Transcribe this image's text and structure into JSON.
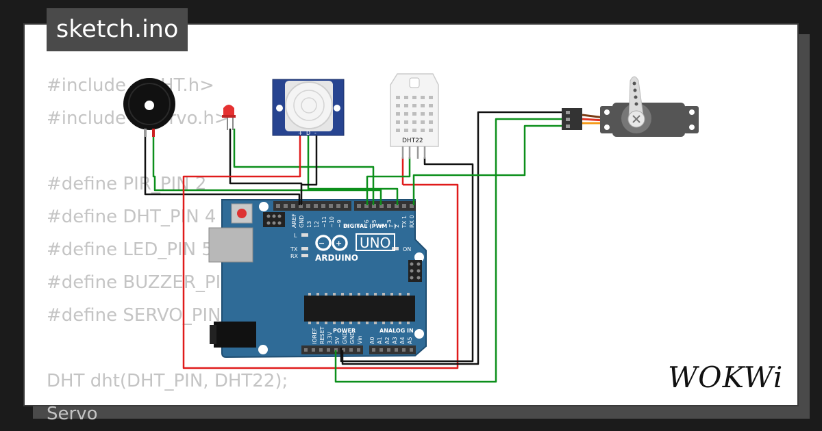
{
  "file_tab": {
    "label": "sketch.ino"
  },
  "code_lines": [
    "#include <DHT.h>",
    "#include <Servo.h>",
    "",
    "#define PIR_PIN 2",
    "#define DHT_PIN 4",
    "#define LED_PIN 5",
    "#define BUZZER_PIN 6",
    "#define SERVO_PIN 3",
    "",
    "DHT dht(DHT_PIN, DHT22);",
    "Servo"
  ],
  "board": {
    "brand": "ARDUINO",
    "model": "UNO",
    "on_label": "ON",
    "l_label": "L",
    "tx_label": "TX",
    "rx_label": "RX",
    "digital_label": "DIGITAL (PWM ~)",
    "power_label": "POWER",
    "analog_label": "ANALOG IN",
    "top_pins": [
      "AREF",
      "GND",
      "13",
      "12",
      "~11",
      "~10",
      "~9",
      "8",
      "7",
      "~6",
      "~5",
      "4",
      "~3",
      "2",
      "TX 1",
      "RX 0"
    ],
    "bottom_power_pins": [
      "IOREF",
      "RESET",
      "3.3V",
      "5V",
      "GND",
      "GND",
      "Vin"
    ],
    "bottom_analog_pins": [
      "A0",
      "A1",
      "A2",
      "A3",
      "A4",
      "A5"
    ]
  },
  "dht": {
    "label": "DHT22"
  },
  "pir": {
    "pin_labels": [
      "+",
      "D",
      "-"
    ]
  },
  "logo": {
    "text": "WOKWi"
  },
  "colors": {
    "board": "#2f6b97",
    "wire_red": "#e01b1b",
    "wire_green": "#0c8f1b",
    "wire_black": "#111111",
    "led": "#e53131"
  }
}
